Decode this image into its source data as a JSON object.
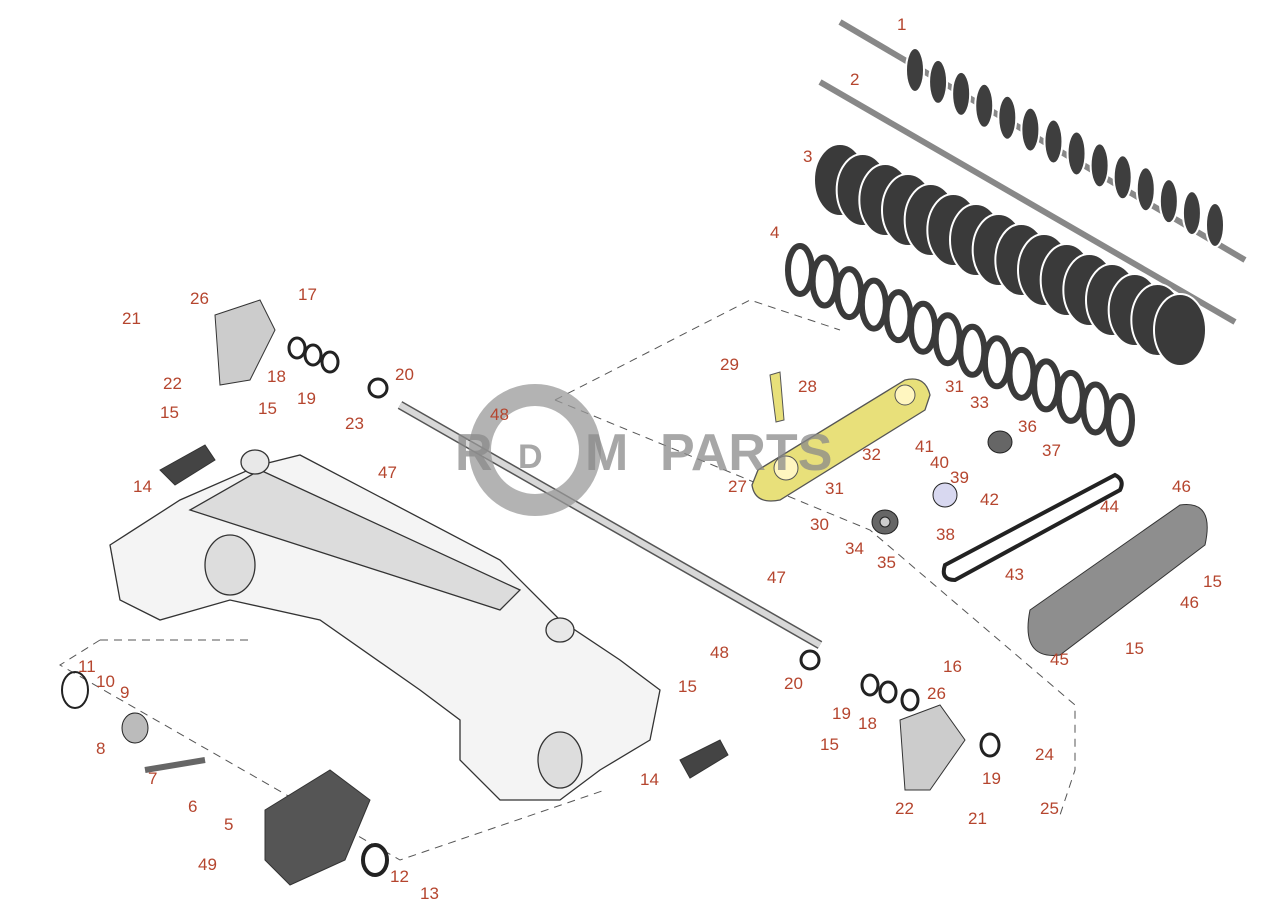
{
  "watermark": {
    "brand": "RDM PARTS",
    "letters": [
      "R",
      "D",
      "M",
      "PARTS"
    ]
  },
  "diagram": {
    "title": "Exploded parts diagram - auger / frame assembly",
    "callouts": [
      "1",
      "2",
      "3",
      "4",
      "17",
      "26",
      "21",
      "22",
      "15",
      "15",
      "18",
      "19",
      "20",
      "23",
      "48",
      "47",
      "14",
      "29",
      "28",
      "27",
      "31",
      "33",
      "32",
      "41",
      "40",
      "39",
      "31",
      "36",
      "37",
      "42",
      "30",
      "38",
      "34",
      "35",
      "44",
      "46",
      "43",
      "15",
      "46",
      "47",
      "45",
      "15",
      "48",
      "20",
      "16",
      "26",
      "15",
      "19",
      "18",
      "15",
      "24",
      "14",
      "19",
      "25",
      "22",
      "21",
      "11",
      "10",
      "9",
      "8",
      "7",
      "6",
      "5",
      "49",
      "12",
      "13"
    ]
  },
  "colors": {
    "callout": "#b5452e",
    "plate": "#e8e07a",
    "dark_part": "#4a4a4a",
    "frame": "#f2f2f2"
  }
}
